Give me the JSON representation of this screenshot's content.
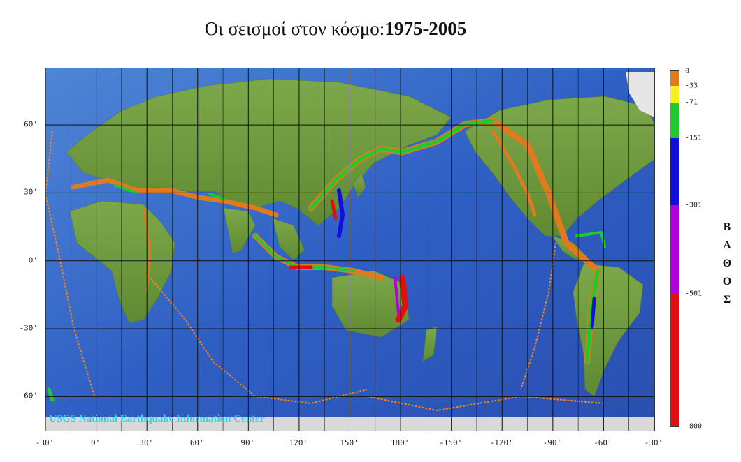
{
  "header_fragment": "",
  "title": {
    "text": "Οι σεισμοί στον κόσμο:",
    "years": "1975-2005"
  },
  "map": {
    "lon_range": [
      -30,
      330
    ],
    "lat_range": [
      -75,
      85
    ],
    "x_ticks": [
      "-30'",
      "0'",
      "30'",
      "60'",
      "90'",
      "120'",
      "150'",
      "180'",
      "-150'",
      "-120'",
      "-90'",
      "-60'",
      "-30'"
    ],
    "y_ticks": [
      "60'",
      "30'",
      "0'",
      "-30'",
      "-60'"
    ],
    "credit": "USGS National Earthquake Information Center",
    "colors": {
      "ocean_deep": "#2a4fb8",
      "ocean_shallow": "#6fa6e0",
      "land": "#6d9a3c",
      "ice": "#e6e6e6",
      "plate_boundary": "#f0861e"
    }
  },
  "legend": {
    "depth_label_letters": [
      "Β",
      "Α",
      "Θ",
      "Ο",
      "Σ"
    ],
    "labels": [
      "0",
      "-33",
      "-71",
      "-151",
      "-301",
      "-501",
      "-800"
    ],
    "segments": [
      {
        "from": 0,
        "to": -33,
        "color": "#e07a20"
      },
      {
        "from": -33,
        "to": -71,
        "color": "#f5f020"
      },
      {
        "from": -71,
        "to": -151,
        "color": "#22c830"
      },
      {
        "from": -151,
        "to": -301,
        "color": "#1010d8"
      },
      {
        "from": -301,
        "to": -501,
        "color": "#b000e0"
      },
      {
        "from": -501,
        "to": -800,
        "color": "#e01010"
      }
    ]
  }
}
